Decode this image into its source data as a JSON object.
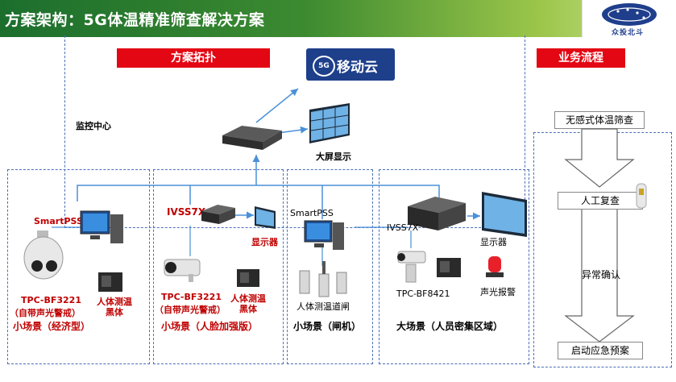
{
  "header": {
    "title": "方案架构：5G体温精准筛查解决方案"
  },
  "logo": {
    "text": "众投北斗"
  },
  "sections": {
    "topology": "方案拓扑",
    "process": "业务流程"
  },
  "cloud": {
    "badge": "5G",
    "label": "移动云"
  },
  "center": {
    "monitor_center": "监控中心",
    "big_screen": "大屏显示"
  },
  "scene1": {
    "smartpss": "SmartPSS",
    "camera_model": "TPC-BF3221",
    "camera_note": "（自带声光警戒）",
    "scene": "小场景（经济型）",
    "blackbody": "人体测温\n黑体"
  },
  "scene2": {
    "nvr": "IVSS7X",
    "display": "显示器",
    "camera_model": "TPC-BF3221",
    "camera_note": "（自带声光警戒）",
    "scene": "小场景（人脸加强版）",
    "blackbody": "人体测温\n黑体"
  },
  "scene3": {
    "smartpss": "SmartPSS",
    "gate": "人体测温道闸",
    "scene": "小场景（闸机）"
  },
  "scene4": {
    "nvr": "IVSS7X",
    "display": "显示器",
    "camera_model": "TPC-BF8421",
    "alarm": "声光报警",
    "scene": "大场景（人员密集区域）"
  },
  "flow": {
    "step1": "无感式体温筛查",
    "step2": "人工复查",
    "step3": "异常确认",
    "step4": "启动应急预案"
  }
}
